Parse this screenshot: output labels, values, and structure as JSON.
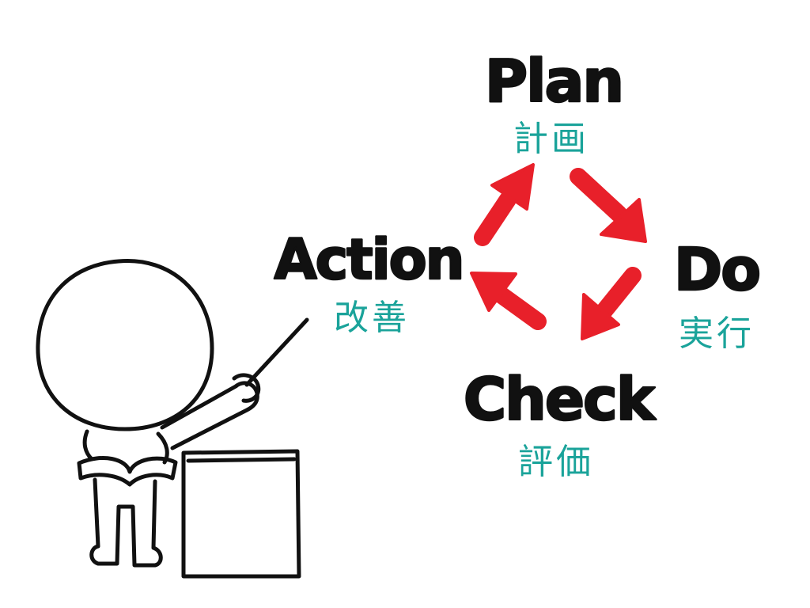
{
  "colors": {
    "ink": "#111111",
    "arrow": "#e8202a",
    "japanese_text": "#1aa39a",
    "background": "#ffffff"
  },
  "cycle": {
    "plan": {
      "label": "Plan",
      "japanese": "計画"
    },
    "do": {
      "label": "Do",
      "japanese": "実行"
    },
    "check": {
      "label": "Check",
      "japanese": "評価"
    },
    "action": {
      "label": "Action",
      "japanese": "改善"
    }
  },
  "arrow_direction": "clockwise",
  "illustration": {
    "figure": "stick-figure-presenter",
    "prop": "pointer-stick",
    "board": "blank-board"
  }
}
